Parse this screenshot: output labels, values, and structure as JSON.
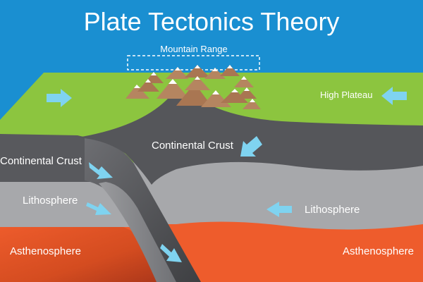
{
  "title": "Plate Tectonics Theory",
  "labels": {
    "mountain_range": "Mountain Range",
    "high_plateau": "High Plateau",
    "continental_crust_left": "Continental Crust",
    "continental_crust_center": "Continental Crust",
    "lithosphere_left": "Lithosphere",
    "lithosphere_right": "Lithosphere",
    "asthenosphere_left": "Asthenosphere",
    "asthenosphere_right": "Asthenosphere"
  },
  "colors": {
    "sky": "#1a8fd1",
    "surface": "#8cc53f",
    "continental_crust": "#55565a",
    "lithosphere": "#a7a8ab",
    "asthenosphere": "#ee5c2c",
    "arrows": "#7fd3f0",
    "mountain_rock": "#b58560",
    "snow": "#ffffff"
  },
  "icons": {
    "arrow": "movement-arrow-icon",
    "mountain": "mountain-peak-icon"
  }
}
